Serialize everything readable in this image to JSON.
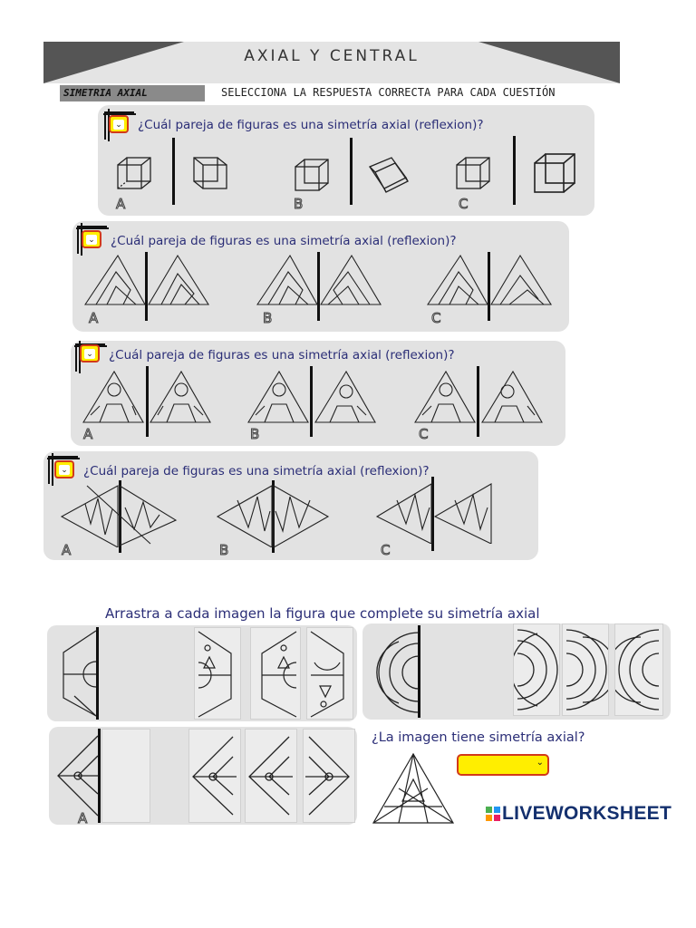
{
  "header": {
    "title": "AXIAL Y CENTRAL",
    "section_tag": "SIMETRIA AXIAL",
    "instruction": "SELECCIONA LA RESPUESTA CORRECTA PARA CADA CUESTIÓN"
  },
  "questions": [
    {
      "text": "¿Cuál pareja de figuras es una simetría axial (reflexion)?",
      "options": [
        "A",
        "B",
        "C"
      ],
      "dropdown_icon": "chevron-down-icon"
    },
    {
      "text": "¿Cuál pareja de figuras es una simetría axial (reflexion)?",
      "options": [
        "A",
        "B",
        "C"
      ],
      "dropdown_icon": "chevron-down-icon"
    },
    {
      "text": "¿Cuál pareja de figuras es una simetría axial (reflexion)?",
      "options": [
        "A",
        "B",
        "C"
      ],
      "dropdown_icon": "chevron-down-icon"
    },
    {
      "text": "¿Cuál pareja de figuras es una simetría axial (reflexion)?",
      "options": [
        "A",
        "B",
        "C"
      ],
      "dropdown_icon": "chevron-down-icon"
    }
  ],
  "drag_section": {
    "title": "Arrastra a cada imagen la figura que complete su simetría axial",
    "letter": "A"
  },
  "symmetry_question": {
    "text": "¿La imagen tiene simetría axial?",
    "dropdown_icon": "chevron-down-icon"
  },
  "logo": {
    "text": "LIVEWORKSHEET"
  },
  "colors": {
    "question_text": "#2b2e77",
    "dropdown_fill": "#ffee00",
    "dropdown_border": "#d23a1a",
    "panel": "#e2e2e2",
    "logo": "#14306e"
  }
}
